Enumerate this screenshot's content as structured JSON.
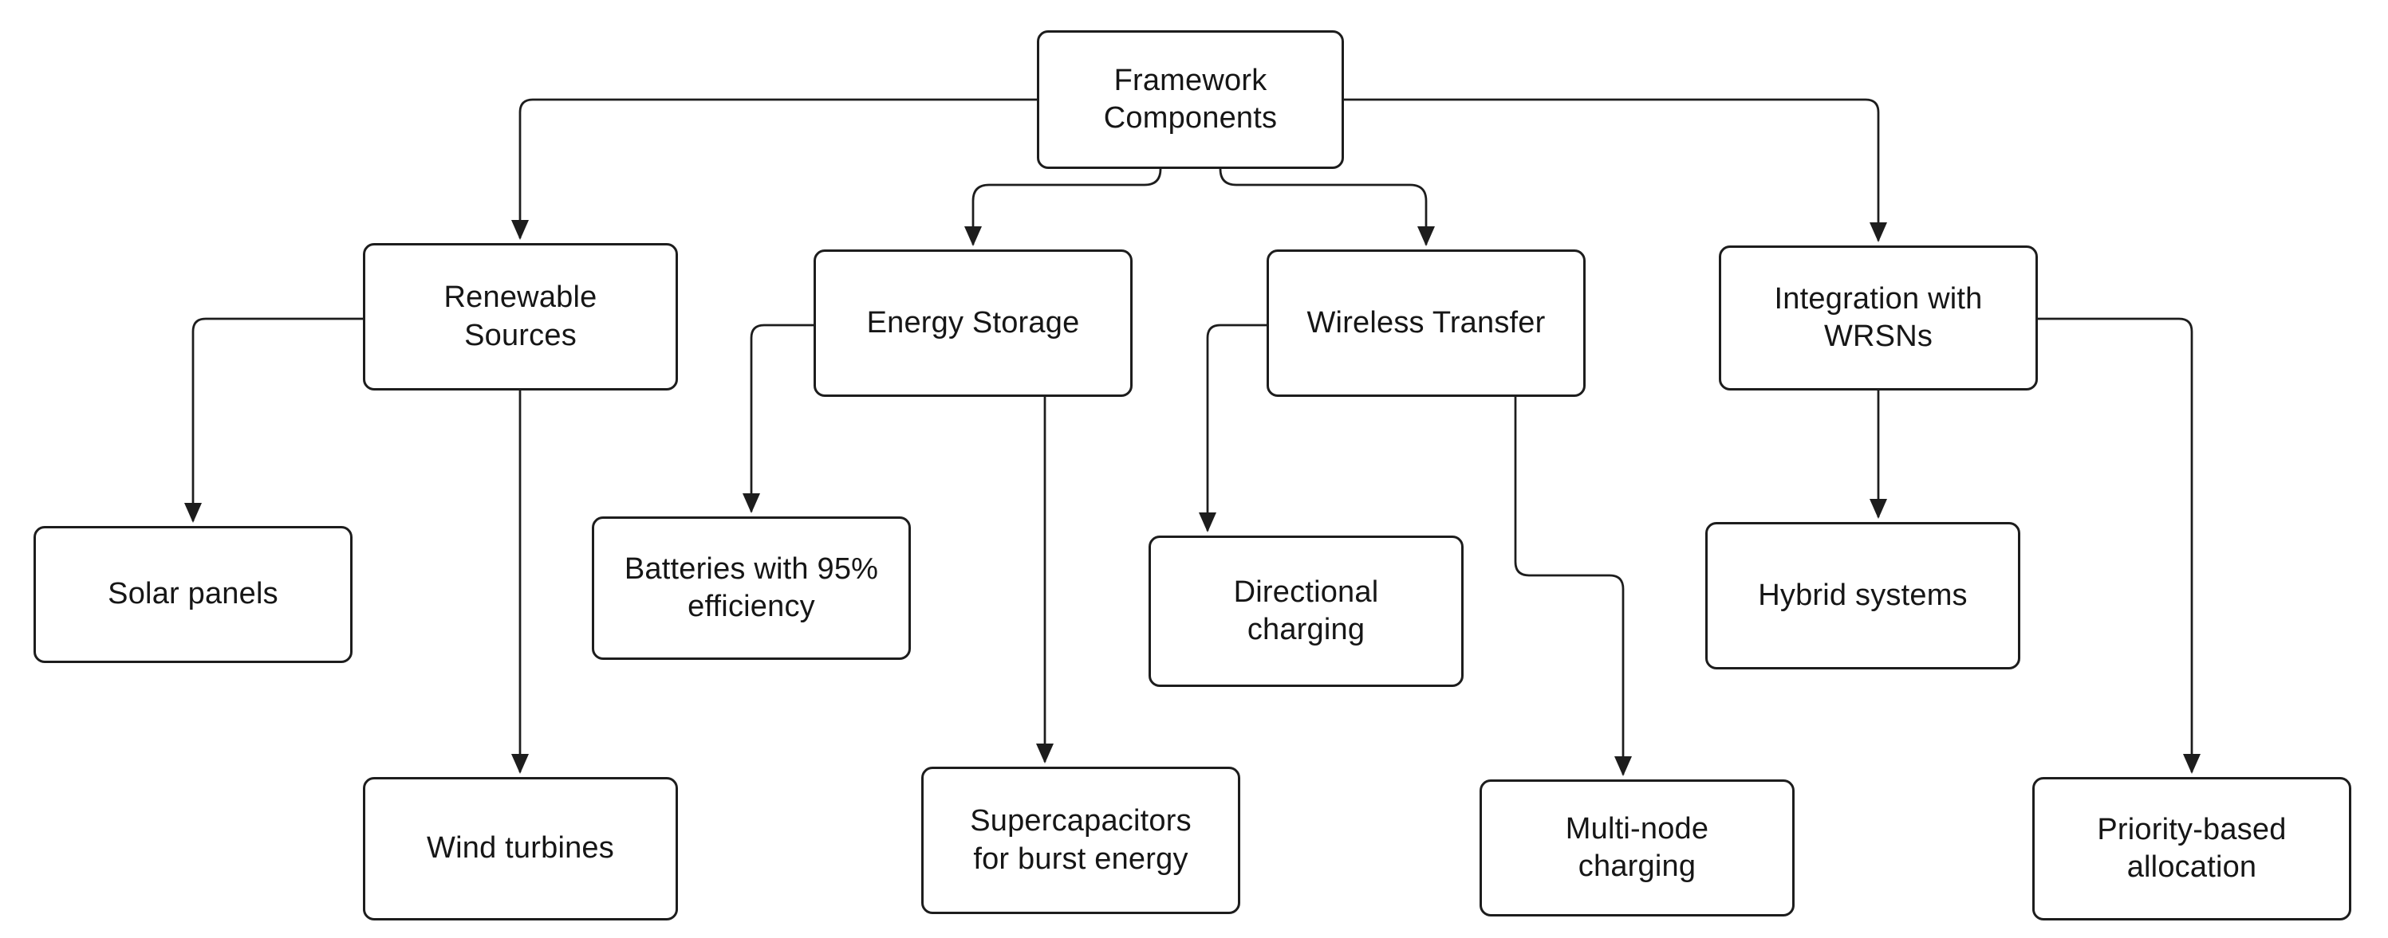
{
  "diagram": {
    "background": "#ffffff",
    "node_fill": "#ffffff",
    "node_border_color": "#1d1d1d",
    "connector_color": "#1d1d1d",
    "text_color": "#161616",
    "nodes": {
      "framework": {
        "label": "Framework\nComponents"
      },
      "renewable": {
        "label": "Renewable\nSources"
      },
      "energy": {
        "label": "Energy Storage"
      },
      "wireless": {
        "label": "Wireless Transfer"
      },
      "integration": {
        "label": "Integration with\nWRSNs"
      },
      "solar": {
        "label": "Solar panels"
      },
      "wind": {
        "label": "Wind turbines"
      },
      "batteries": {
        "label": "Batteries with 95%\nefficiency"
      },
      "supercapacitors": {
        "label": "Supercapacitors\nfor burst energy"
      },
      "directional": {
        "label": "Directional\ncharging"
      },
      "multinode": {
        "label": "Multi-node\ncharging"
      },
      "hybrid": {
        "label": "Hybrid systems"
      },
      "priority": {
        "label": "Priority-based\nallocation"
      }
    },
    "edges": [
      {
        "from": "framework",
        "to": "renewable"
      },
      {
        "from": "framework",
        "to": "energy"
      },
      {
        "from": "framework",
        "to": "wireless"
      },
      {
        "from": "framework",
        "to": "integration"
      },
      {
        "from": "renewable",
        "to": "solar"
      },
      {
        "from": "renewable",
        "to": "wind"
      },
      {
        "from": "energy",
        "to": "batteries"
      },
      {
        "from": "energy",
        "to": "supercapacitors"
      },
      {
        "from": "wireless",
        "to": "directional"
      },
      {
        "from": "wireless",
        "to": "multinode"
      },
      {
        "from": "integration",
        "to": "hybrid"
      },
      {
        "from": "integration",
        "to": "priority"
      }
    ]
  }
}
